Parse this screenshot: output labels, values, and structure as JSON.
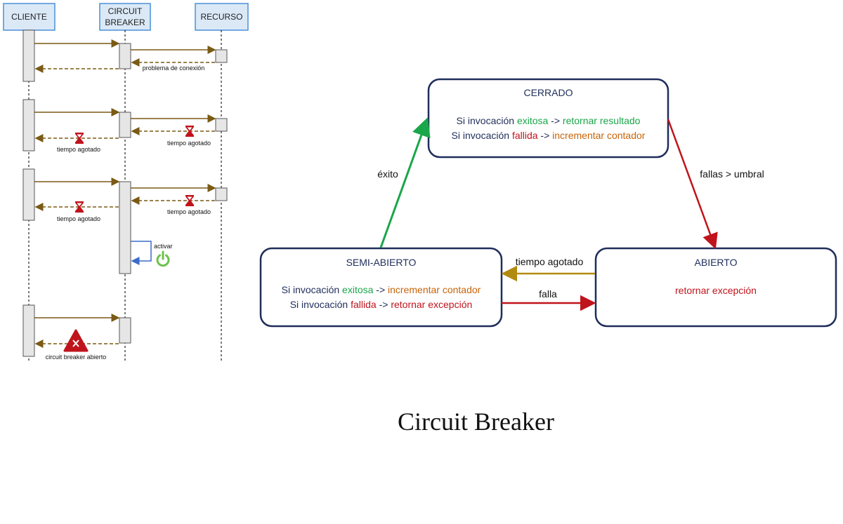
{
  "sequence": {
    "participants": [
      "CLIENTE",
      "CIRCUIT",
      "BREAKER",
      "RECURSO"
    ],
    "messages": {
      "connection_problem": "problema de conexión",
      "timeout": "tiempo agotado",
      "activate": "activar",
      "breaker_open": "circuit breaker abierto"
    }
  },
  "states": {
    "closed": {
      "title": "CERRADO",
      "line1": [
        "Si invocación ",
        "exitosa",
        " -> ",
        "retornar resultado"
      ],
      "line2": [
        "Si invocación ",
        "fallida",
        " -> ",
        "incrementar contador"
      ]
    },
    "half_open": {
      "title": "SEMI-ABIERTO",
      "line1": [
        "Si invocación ",
        "exitosa",
        " -> ",
        "incrementar contador"
      ],
      "line2": [
        "Si invocación ",
        "fallida",
        " -> ",
        "retornar excepción"
      ]
    },
    "open": {
      "title": "ABIERTO",
      "line1": "retornar excepción"
    }
  },
  "transitions": {
    "success": "éxito",
    "failures_over_threshold": "fallas > umbral",
    "timeout": "tiempo agotado",
    "failure": "falla"
  },
  "caption": "Circuit Breaker",
  "colors": {
    "participant_fill": "#dbe9f7",
    "participant_border": "#4a90d9",
    "arrow_brown": "#7a5a14",
    "green": "#1aa64a",
    "red": "#c0141c",
    "orange": "#c8640a",
    "navy": "#1f2d5a",
    "gold": "#b38a10",
    "power_green": "#6cc24a"
  }
}
